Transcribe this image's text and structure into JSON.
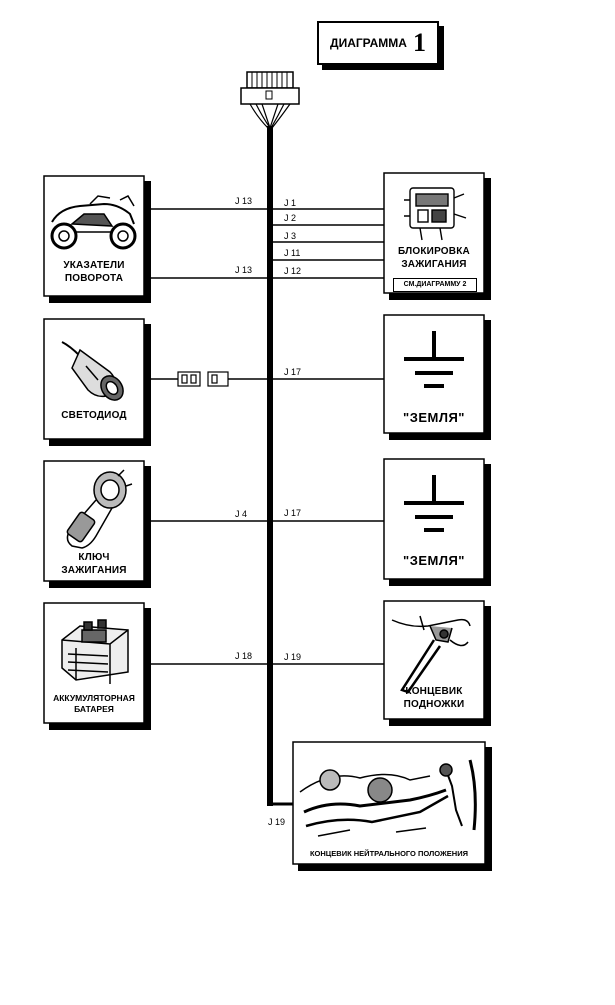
{
  "title": {
    "text": "ДИАГРАММА",
    "number": "1"
  },
  "components": {
    "turn_signals": "УКАЗАТЕЛИ\nПОВОРОТА",
    "ignition_lock": "БЛОКИРОВКА\nЗАЖИГАНИЯ",
    "ignition_lock_ref": "СМ.ДИАГРАММУ 2",
    "led": "СВЕТОДИОД",
    "ground_1": "\"ЗЕМЛЯ\"",
    "ignition_key": "КЛЮЧ\nЗАЖИГАНИЯ",
    "ground_2": "\"ЗЕМЛЯ\"",
    "battery": "АККУМУЛЯТОРНАЯ\nБАТАРЕЯ",
    "sidestand_switch": "КОНЦЕВИК\nПОДНОЖКИ",
    "neutral_switch": "КОНЦЕВИК НЕЙТРАЛЬНОГО ПОЛОЖЕНИЯ"
  },
  "wires": {
    "j13_top": "J 13",
    "j1": "J 1",
    "j2": "J 2",
    "j3": "J 3",
    "j11": "J 11",
    "j13_bottom": "J 13",
    "j12": "J 12",
    "j17_a": "J 17",
    "j4": "J 4",
    "j17_b": "J 17",
    "j18": "J 18",
    "j19_a": "J 19",
    "j19_b": "J 19"
  }
}
